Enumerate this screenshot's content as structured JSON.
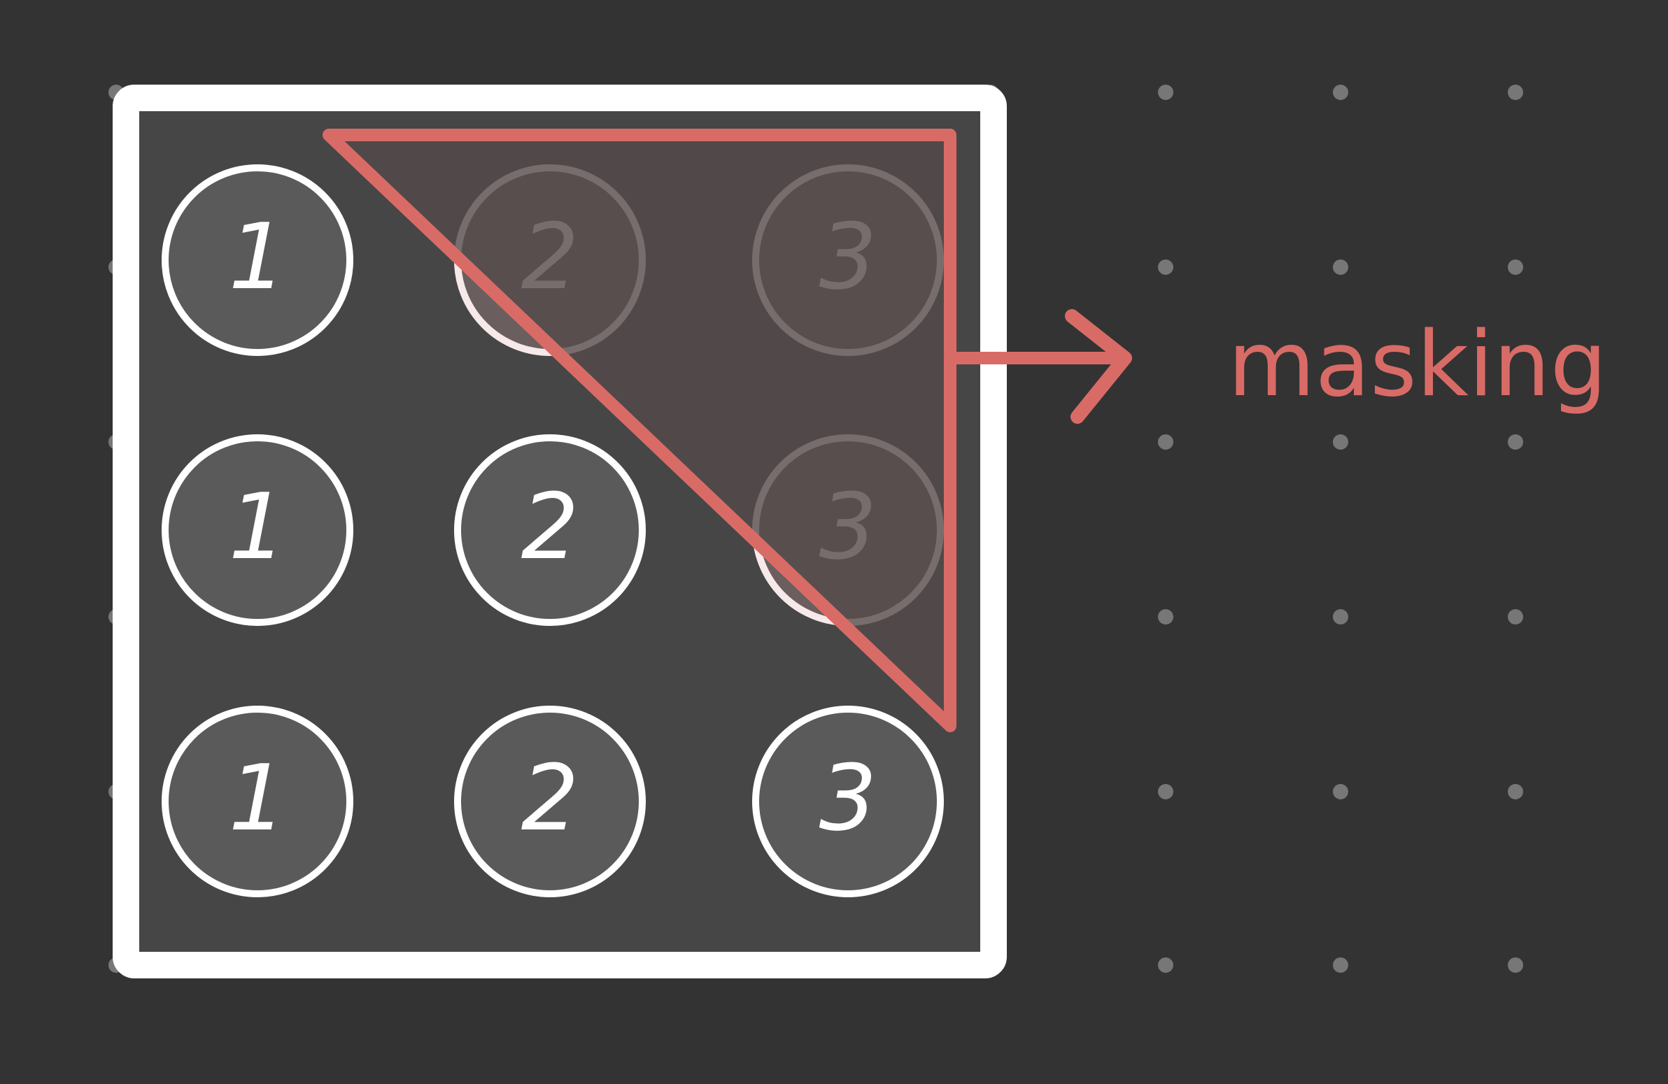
{
  "colors": {
    "background": "#333333",
    "grid_dot": "#777777",
    "box_fill": "#464646",
    "box_stroke": "#ffffff",
    "circle_fill": "#5a5a5a",
    "circle_stroke": "#ffffff",
    "masked_circle_fill": "#6a5e5e",
    "masked_circle_stroke": "#f7e9e9",
    "mask_stroke": "#d96b67",
    "mask_fill": "#554a4a",
    "label": "#d96b67"
  },
  "matrix": {
    "rows": [
      [
        "1",
        "2",
        "3"
      ],
      [
        "1",
        "2",
        "3"
      ],
      [
        "1",
        "2",
        "3"
      ]
    ],
    "masked_cells": [
      [
        0,
        1
      ],
      [
        0,
        2
      ],
      [
        1,
        2
      ]
    ]
  },
  "annotation": {
    "label": "masking",
    "arrow_icon": "arrow-right-icon"
  }
}
